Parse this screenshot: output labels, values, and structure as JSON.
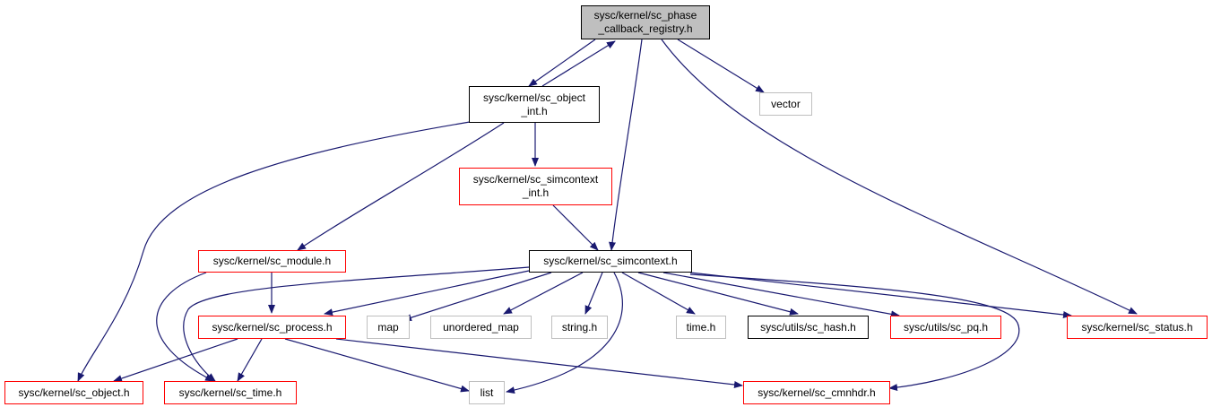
{
  "colors": {
    "edge": "#191970",
    "root_fill": "#bfbfbf",
    "border_documented": "#000000",
    "border_incomplete": "#ff0000",
    "border_external": "#bfbfbf"
  },
  "nodes": {
    "root": "sysc/kernel/sc_phase\n_callback_registry.h",
    "object_int": "sysc/kernel/sc_object\n_int.h",
    "vector": "vector",
    "simcontext_int": "sysc/kernel/sc_simcontext\n_int.h",
    "module": "sysc/kernel/sc_module.h",
    "simcontext": "sysc/kernel/sc_simcontext.h",
    "process": "sysc/kernel/sc_process.h",
    "map": "map",
    "unordered_map": "unordered_map",
    "string": "string.h",
    "time_h": "time.h",
    "hash": "sysc/utils/sc_hash.h",
    "pq": "sysc/utils/sc_pq.h",
    "status": "sysc/kernel/sc_status.h",
    "object": "sysc/kernel/sc_object.h",
    "sc_time": "sysc/kernel/sc_time.h",
    "list": "list",
    "cmnhdr": "sysc/kernel/sc_cmnhdr.h"
  }
}
